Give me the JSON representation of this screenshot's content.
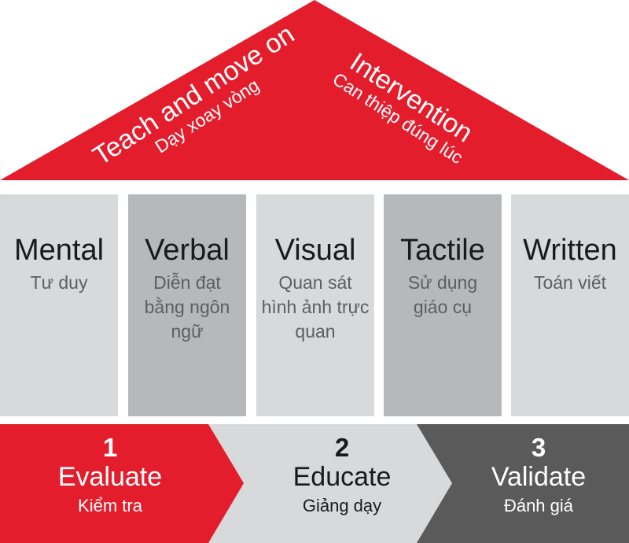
{
  "colors": {
    "red": "#e41d2d",
    "pillar_light": "#d8d9da",
    "pillar_dark": "#b6b8b9",
    "step_light": "#d8d9da",
    "step_dark": "#5a5a5a"
  },
  "roof": {
    "left": {
      "main": "Teach and move on",
      "sub": "Dạy xoay vòng"
    },
    "right": {
      "main": "Intervention",
      "sub": "Can thiệp đúng lúc"
    }
  },
  "pillars": [
    {
      "title": "Mental",
      "sub": "Tư duy"
    },
    {
      "title": "Verbal",
      "sub": "Diễn đạt bằng ngôn ngữ"
    },
    {
      "title": "Visual",
      "sub": "Quan sát hình ảnh trực quan"
    },
    {
      "title": "Tactile",
      "sub": "Sử dụng giáo cụ"
    },
    {
      "title": "Written",
      "sub": "Toán viết"
    }
  ],
  "steps": [
    {
      "number": "1",
      "main": "Evaluate",
      "sub": "Kiểm tra"
    },
    {
      "number": "2",
      "main": "Educate",
      "sub": "Giảng dạy"
    },
    {
      "number": "3",
      "main": "Validate",
      "sub": "Đánh giá"
    }
  ]
}
